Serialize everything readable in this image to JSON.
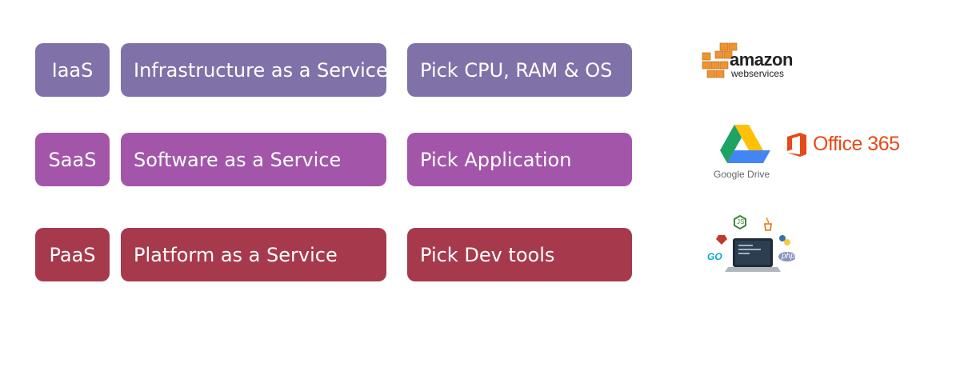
{
  "rows": [
    {
      "abbr": "IaaS",
      "full": "Infrastructure as a Service",
      "pick": "Pick CPU, RAM & OS",
      "color": "#8072a8"
    },
    {
      "abbr": "SaaS",
      "full": "Software as a Service",
      "pick": "Pick Application",
      "color": "#a355aa"
    },
    {
      "abbr": "PaaS",
      "full": "Platform as a Service",
      "pick": "Pick Dev tools",
      "color": "#a63a4c"
    }
  ],
  "logos": {
    "amazon_word": "amazon",
    "amazon_sub": "webservices",
    "gdrive_label": "Google Drive",
    "office_label": "Office 365",
    "go_label": "GO",
    "php_label": "php",
    "node_label": "JS"
  },
  "colors": {
    "amazon_orange": "#f0922f",
    "office_red": "#e64a19",
    "gdrive_green": "#1ea362",
    "gdrive_yellow": "#ffc107",
    "gdrive_blue": "#4285f4"
  }
}
